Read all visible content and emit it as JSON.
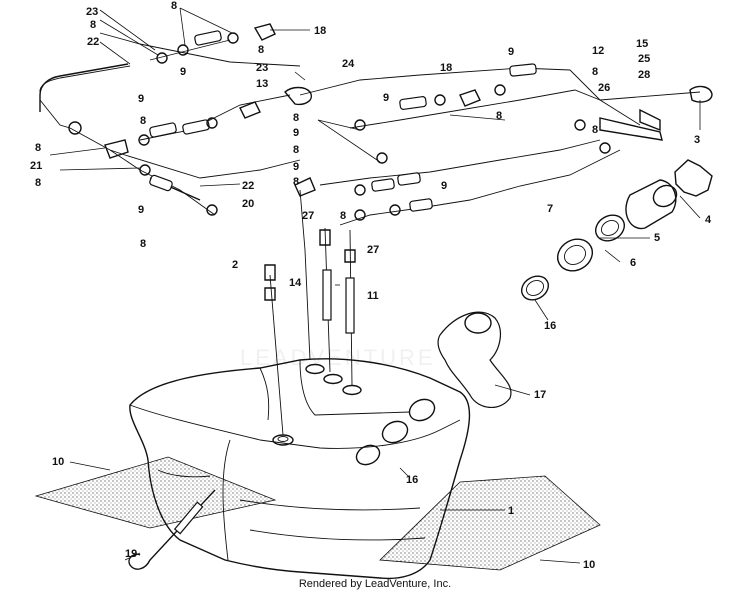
{
  "labels": [
    "1",
    "2",
    "3",
    "4",
    "5",
    "6",
    "7",
    "8",
    "9",
    "10",
    "11",
    "12",
    "13",
    "14",
    "15",
    "16",
    "17",
    "18",
    "19",
    "20",
    "21",
    "22",
    "23",
    "24",
    "25",
    "26",
    "27",
    "28"
  ],
  "footer": "Rendered by LeadVenture, Inc.",
  "watermark": "LEADVENTURE"
}
